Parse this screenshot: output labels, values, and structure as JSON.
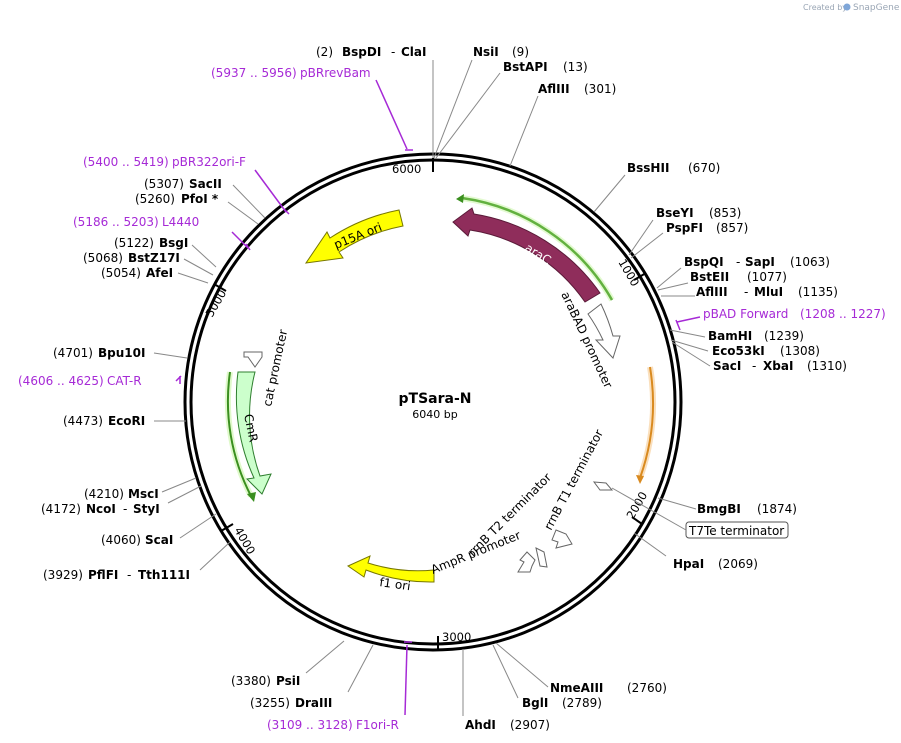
{
  "credit": {
    "created_by": "Created by",
    "brand": "SnapGene"
  },
  "plasmid": {
    "name": "pTSara-N",
    "length_label": "6040 bp",
    "length_bp": 6040
  },
  "ticks": [
    "1000",
    "2000",
    "3000",
    "4000",
    "5000",
    "6000"
  ],
  "features": [
    {
      "id": "araC",
      "label": "araC",
      "color": "#8f2d5b",
      "label_color": "#ffffff"
    },
    {
      "id": "araBAD",
      "label": "araBAD promoter",
      "color": "#ffffff"
    },
    {
      "id": "p15A",
      "label": "p15A ori",
      "color": "#ffff00"
    },
    {
      "id": "CmR",
      "label": "CmR",
      "color": "#ccffcc"
    },
    {
      "id": "cat",
      "label": "cat promoter",
      "color": "#ffffff"
    },
    {
      "id": "f1",
      "label": "f1 ori",
      "color": "#ffff00"
    },
    {
      "id": "AmpR",
      "label": "AmpR promoter",
      "color": "#ffffff"
    },
    {
      "id": "rrnBT2",
      "label": "rrnB T2 terminator",
      "color": "#ffffff"
    },
    {
      "id": "rrnBT1",
      "label": "rrnB T1 terminator",
      "color": "#ffffff"
    },
    {
      "id": "T7Te",
      "label": "T7Te terminator",
      "color": "#ffffff"
    }
  ],
  "sites": [
    {
      "id": "bspdi",
      "pos": "(2)",
      "name": "BspDI",
      "name2": "ClaI"
    },
    {
      "id": "nsii",
      "name": "NsiI",
      "pos": "(9)"
    },
    {
      "id": "bstapi",
      "name": "BstAPI",
      "pos": "(13)"
    },
    {
      "id": "aflIII",
      "name": "AflIII",
      "pos": "(301)"
    },
    {
      "id": "bsshii",
      "name": "BssHII",
      "pos": "(670)"
    },
    {
      "id": "bseyi",
      "name": "BseYI",
      "pos": "(853)"
    },
    {
      "id": "pspfi",
      "name": "PspFI",
      "pos": "(857)"
    },
    {
      "id": "bspqi",
      "name": "BspQI",
      "name2": "SapI",
      "pos": "(1063)"
    },
    {
      "id": "bsteii",
      "name": "BstEII",
      "pos": "(1077)"
    },
    {
      "id": "aflIIIb",
      "name": "AflIII",
      "name2": "MluI",
      "pos": "(1135)"
    },
    {
      "id": "bamhi",
      "name": "BamHI",
      "pos": "(1239)"
    },
    {
      "id": "eco53ki",
      "name": "Eco53kI",
      "pos": "(1308)"
    },
    {
      "id": "saci",
      "name": "SacI",
      "name2": "XbaI",
      "pos": "(1310)"
    },
    {
      "id": "bmgbi",
      "name": "BmgBI",
      "pos": "(1874)"
    },
    {
      "id": "hpai",
      "name": "HpaI",
      "pos": "(2069)"
    },
    {
      "id": "nmeaiii",
      "name": "NmeAIII",
      "pos": "(2760)"
    },
    {
      "id": "bgli",
      "name": "BglI",
      "pos": "(2789)"
    },
    {
      "id": "ahdi",
      "name": "AhdI",
      "pos": "(2907)"
    },
    {
      "id": "psii",
      "pos": "(3380)",
      "name": "PsiI"
    },
    {
      "id": "draiii",
      "pos": "(3255)",
      "name": "DraIII"
    },
    {
      "id": "pflfi",
      "pos": "(3929)",
      "name": "PflFI",
      "name2": "Tth111I"
    },
    {
      "id": "scai",
      "pos": "(4060)",
      "name": "ScaI"
    },
    {
      "id": "ncoi",
      "pos": "(4172)",
      "name": "NcoI",
      "name2": "StyI"
    },
    {
      "id": "msci",
      "pos": "(4210)",
      "name": "MscI"
    },
    {
      "id": "ecori",
      "pos": "(4473)",
      "name": "EcoRI"
    },
    {
      "id": "bpu10i",
      "pos": "(4701)",
      "name": "Bpu10I"
    },
    {
      "id": "afei",
      "pos": "(5054)",
      "name": "AfeI"
    },
    {
      "id": "bstz17i",
      "pos": "(5068)",
      "name": "BstZ17I"
    },
    {
      "id": "bsgi",
      "pos": "(5122)",
      "name": "BsgI"
    },
    {
      "id": "pfoi",
      "pos": "(5260)",
      "name": "PfoI *"
    },
    {
      "id": "sacii",
      "pos": "(5307)",
      "name": "SacII"
    }
  ],
  "primers": [
    {
      "id": "pbrrevbam",
      "pos": "(5937 .. 5956)",
      "name": "pBRrevBam"
    },
    {
      "id": "pbr322ori",
      "pos": "(5400 .. 5419)",
      "name": "pBR322ori-F"
    },
    {
      "id": "l4440",
      "pos": "(5186 .. 5203)",
      "name": "L4440"
    },
    {
      "id": "catr",
      "pos": "(4606 .. 4625)",
      "name": "CAT-R"
    },
    {
      "id": "pbadfwd",
      "name": "pBAD Forward",
      "pos": "(1208 .. 1227)"
    },
    {
      "id": "f1orir",
      "pos": "(3109 .. 3128)",
      "name": "F1ori-R"
    }
  ],
  "colors": {
    "primer": "#a62ad6",
    "backbone": "#000000",
    "orange_arc": "#d98a1f",
    "green_arc": "#3a8f1f"
  }
}
